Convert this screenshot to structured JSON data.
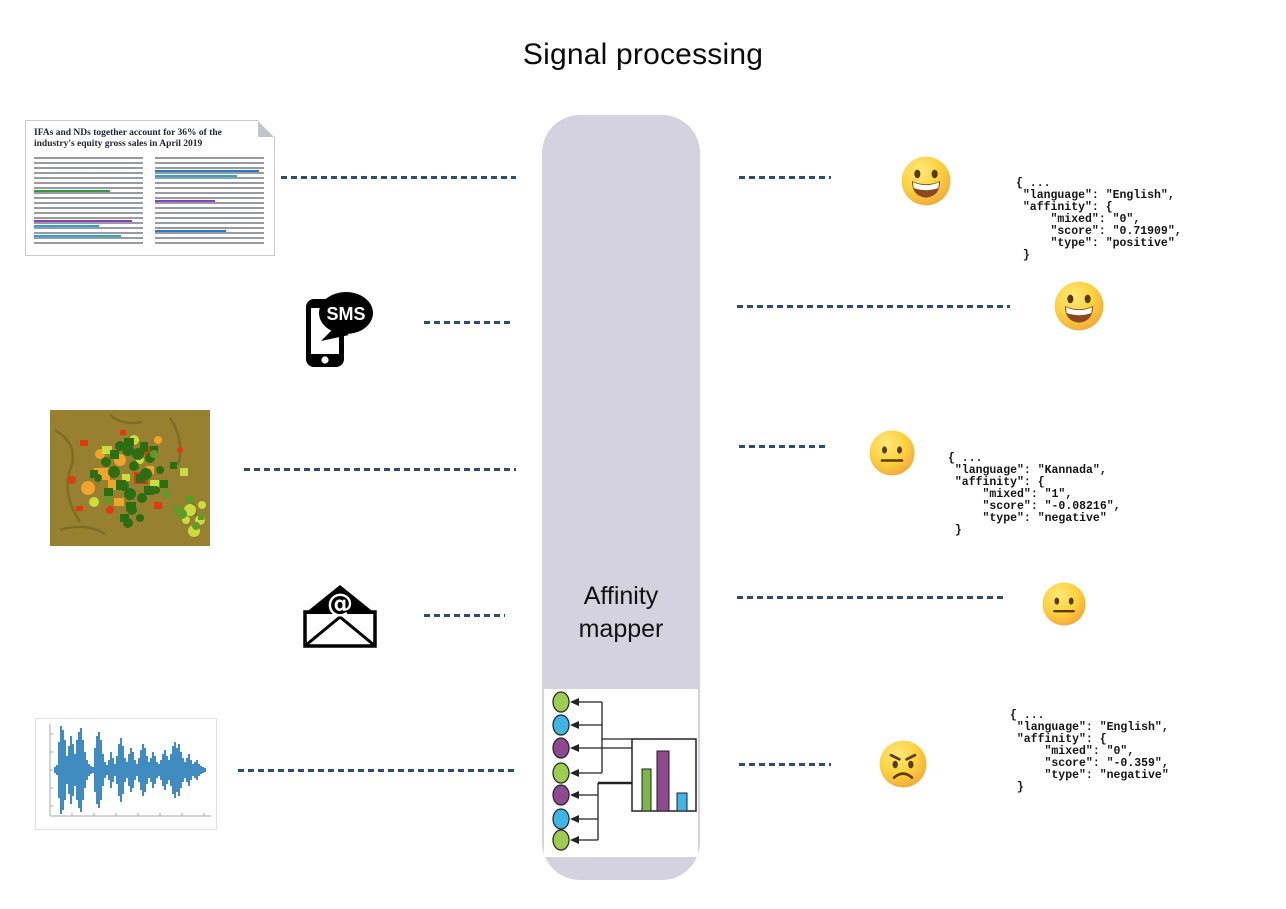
{
  "title": "Signal processing",
  "mapper": {
    "label": "Affinity\nmapper"
  },
  "inputs": {
    "document": {
      "headline": "IFAs and NDs together account for 36% of the industry's equity gross sales in April 2019"
    },
    "sms": {
      "label": "SMS"
    },
    "email": {
      "symbol": "@"
    },
    "map": {
      "description": "satellite crop map"
    },
    "audio": {
      "description": "speech waveform"
    }
  },
  "outputs": [
    {
      "emoji": "grinning-face",
      "code": "{ ...\n \"language\": \"English\",\n \"affinity\": {\n     \"mixed\": \"0\",\n     \"score\": \"0.71909\",\n     \"type\": \"positive\"\n }"
    },
    {
      "emoji": "grinning-face",
      "code": ""
    },
    {
      "emoji": "neutral-face",
      "code": "{ ...\n \"language\": \"Kannada\",\n \"affinity\": {\n     \"mixed\": \"1\",\n     \"score\": \"-0.08216\",\n     \"type\": \"negative\"\n }"
    },
    {
      "emoji": "neutral-face",
      "code": ""
    },
    {
      "emoji": "angry-face",
      "code": "{ ...\n \"language\": \"English\",\n \"affinity\": {\n     \"mixed\": \"0\",\n     \"score\": \"-0.359\",\n     \"type\": \"negative\"\n }"
    }
  ],
  "colors": {
    "mapper_bg": "#d5d2df",
    "connector": "#2e4d73",
    "waveform_blue": "#1f77b4",
    "cluster_green": "#9ccd50",
    "cluster_blue": "#3fb5e6",
    "cluster_purple": "#8d4a8f",
    "emoji_yellow": "#fdd23f"
  }
}
